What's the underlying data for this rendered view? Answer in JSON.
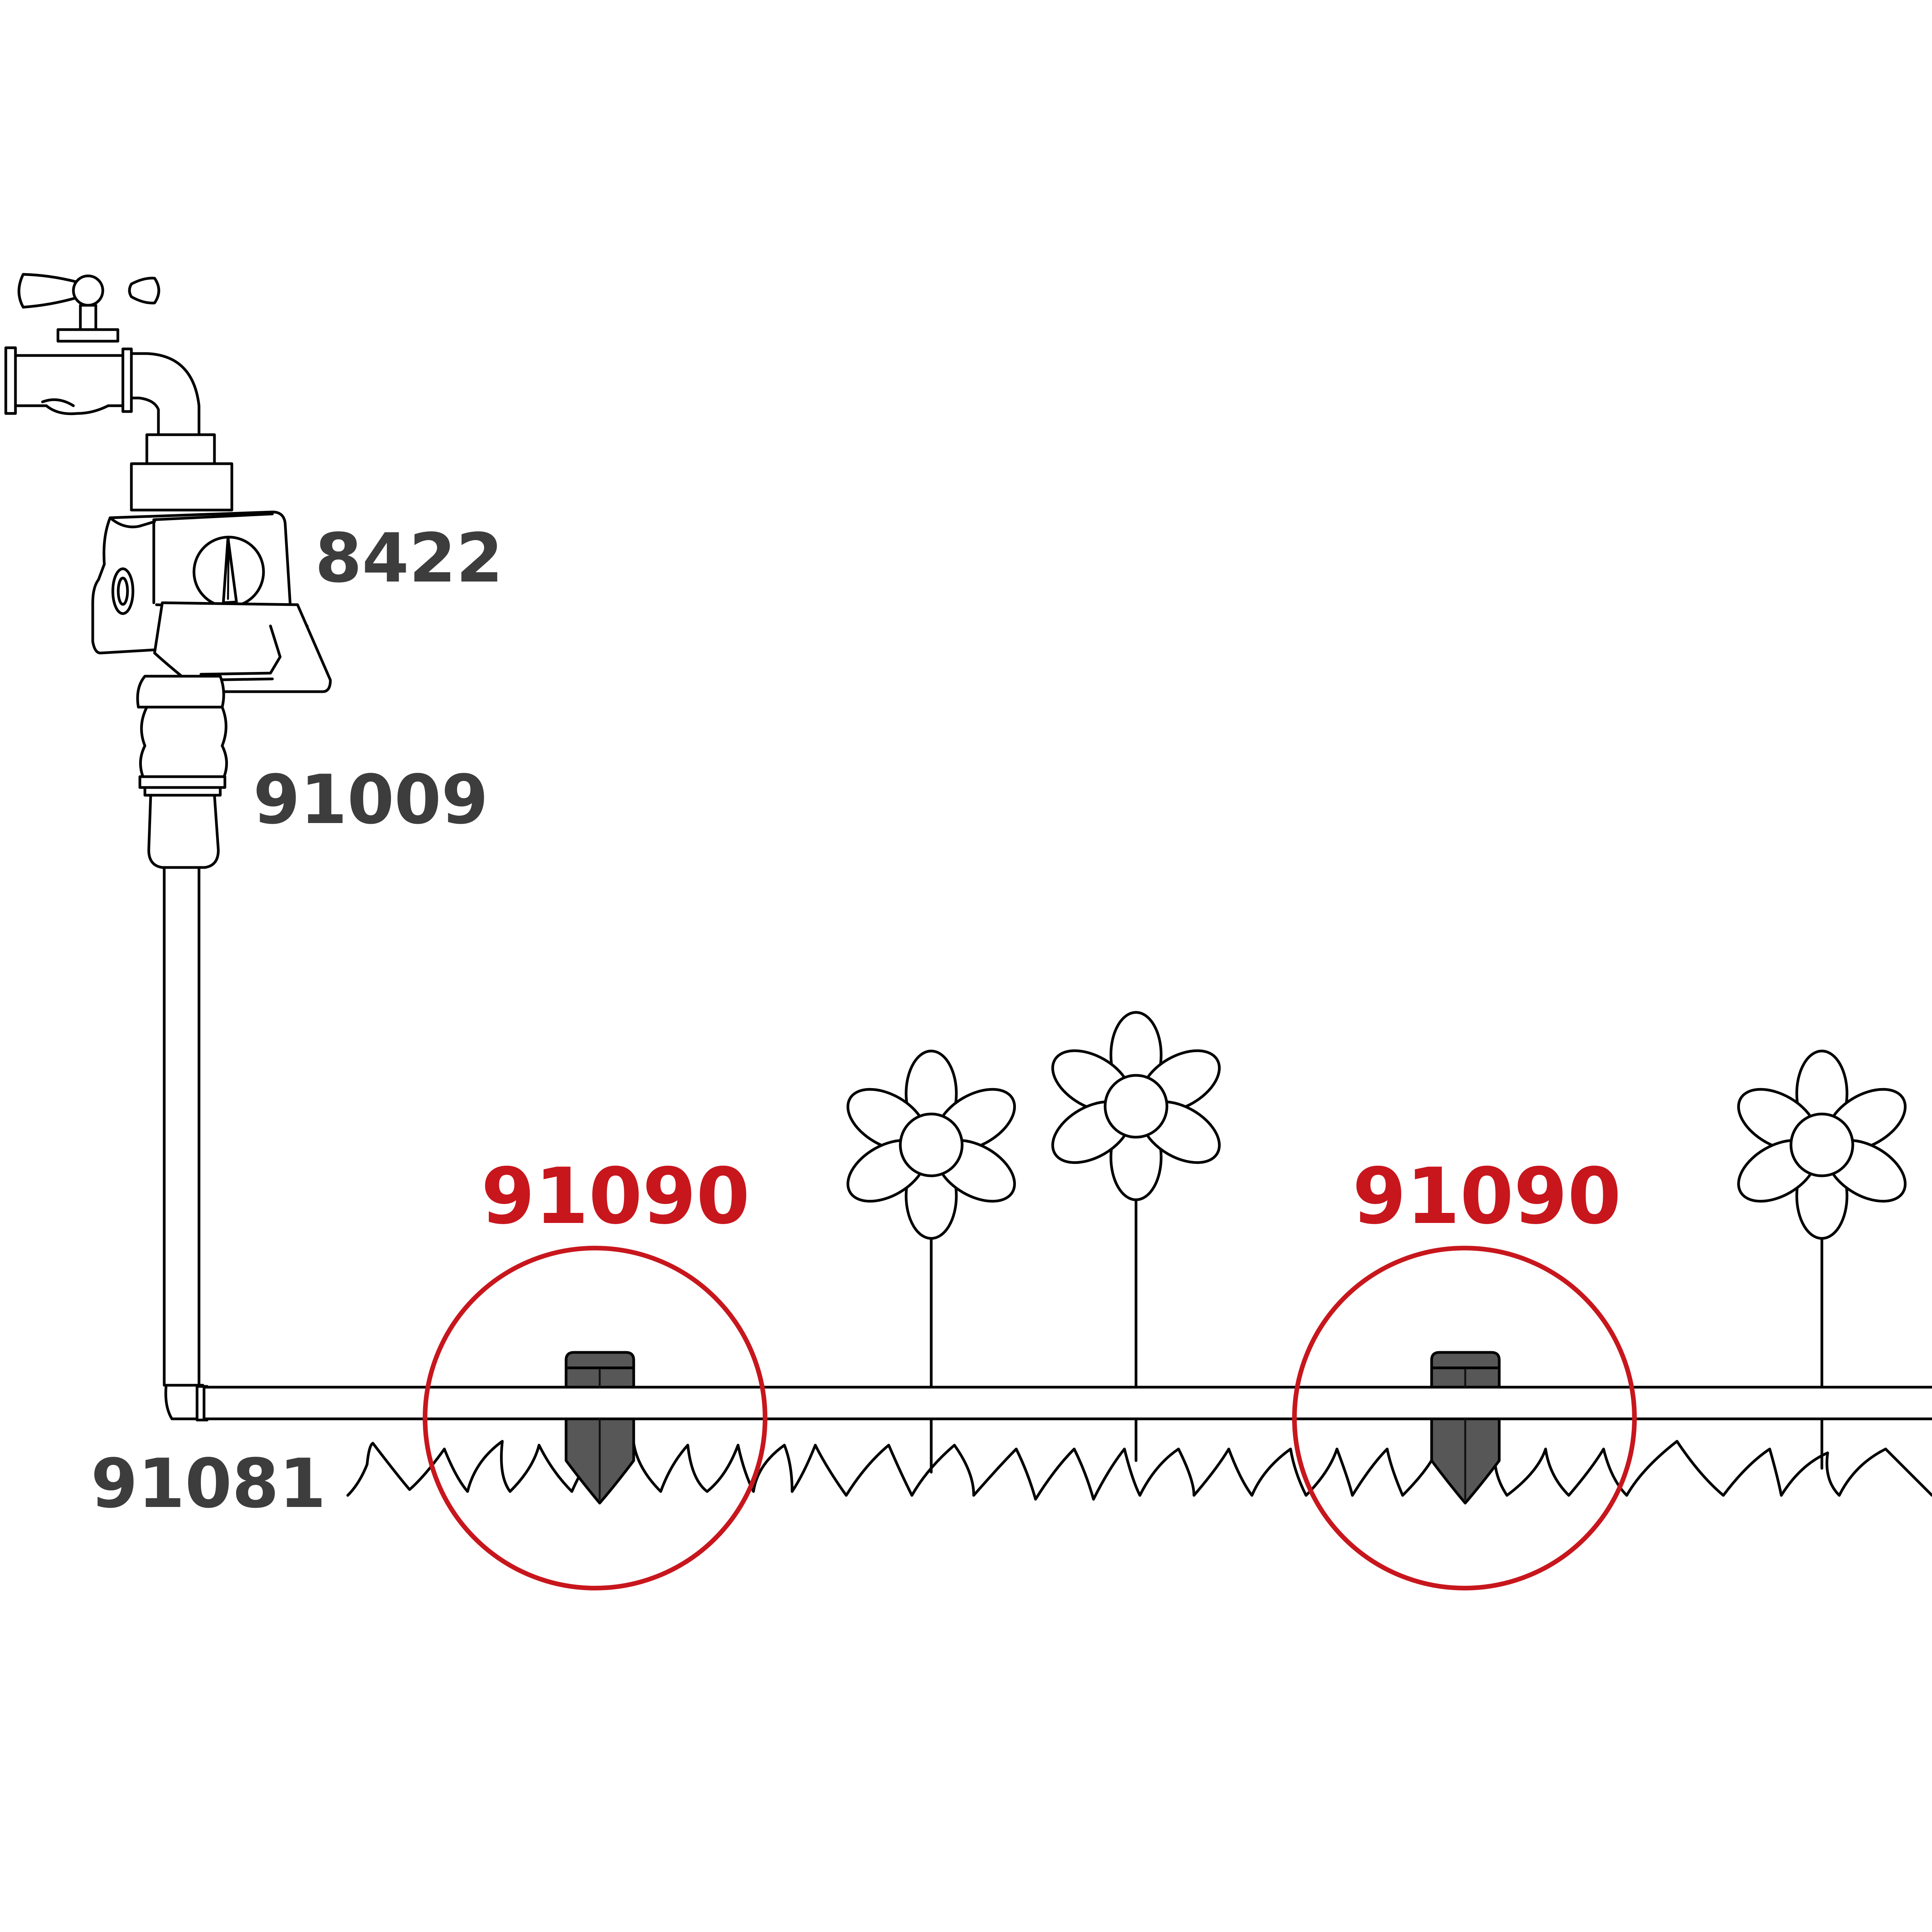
{
  "labels": {
    "timer": "8422",
    "adapter": "91009",
    "elbow": "91081",
    "stake_1": "91090",
    "stake_2": "91090"
  },
  "colors": {
    "line": "#000000",
    "text_dark": "#3d3d3d",
    "highlight": "#c8161d",
    "stake_fill": "#575757",
    "background": "#ffffff"
  },
  "icons": {
    "tap": "garden-tap-icon",
    "timer": "water-timer-icon",
    "adapter": "hose-adapter-icon",
    "elbow": "elbow-connector-icon",
    "stake": "support-stake-icon",
    "flower": "flower-icon"
  }
}
